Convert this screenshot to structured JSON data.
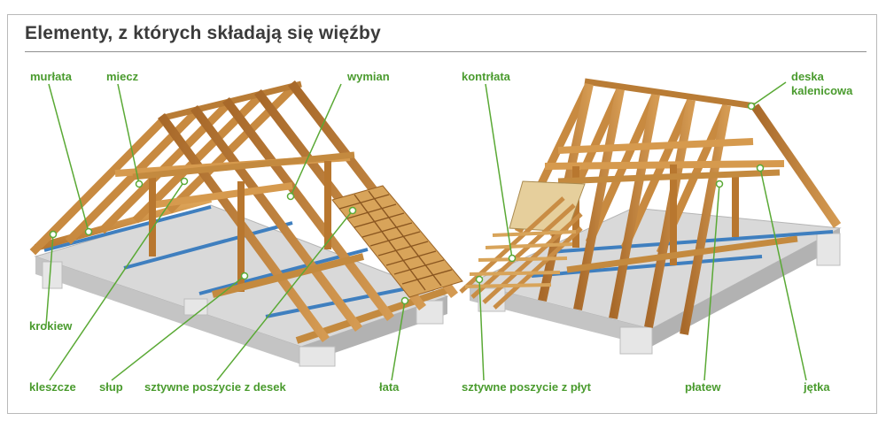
{
  "title": "Elementy, z których składają się więźby",
  "colors": {
    "accent": "#5aa935",
    "label": "#4a9b2e",
    "timber": "#c98d45",
    "timber_dark": "#8f5a24",
    "slab": "#d6d6d6",
    "membrane": "#3f7fbf",
    "osb": "#e2c893"
  },
  "labels": {
    "murlata": "murłata",
    "miecz": "miecz",
    "wymian": "wymian",
    "krokiew": "krokiew",
    "kleszcze": "kleszcze",
    "slup": "słup",
    "poszycie_desek": "sztywne poszycie z desek",
    "lata": "łata",
    "kontrlata": "kontrłata",
    "deska_kalenicowa_1": "deska",
    "deska_kalenicowa_2": "kalenicowa",
    "poszycie_plyt": "sztywne poszycie z płyt",
    "platew": "płatew",
    "jetka": "jętka"
  }
}
